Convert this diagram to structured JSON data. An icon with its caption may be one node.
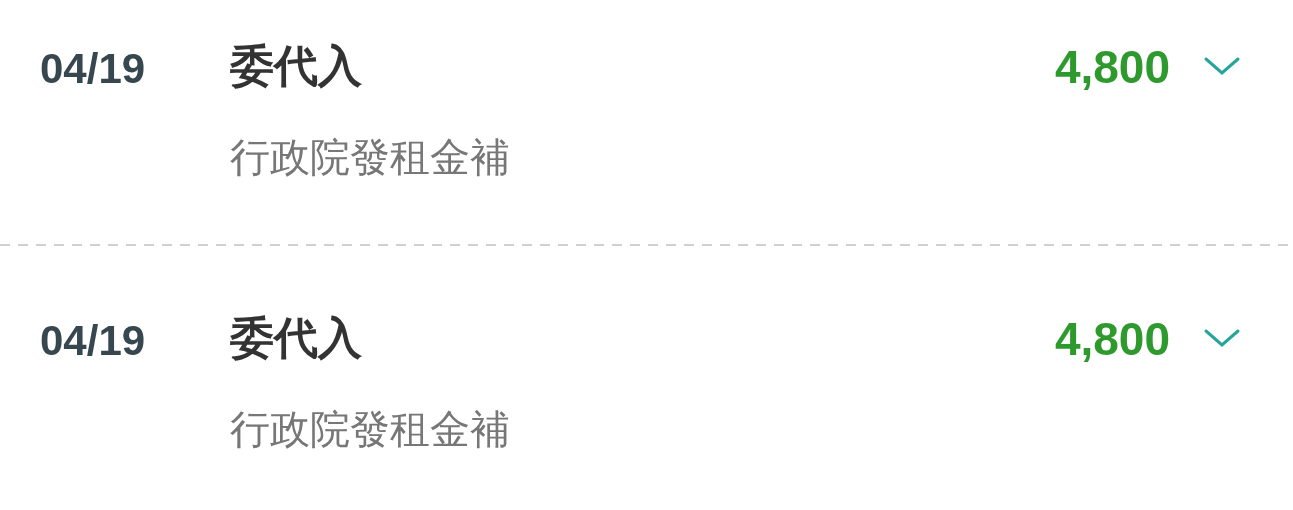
{
  "diagram": {
    "labels": [
      "04/19",
      "委代入",
      "4,800",
      "行政院發租金補",
      "04/19",
      "委代入",
      "4,800",
      "行政院發租金補"
    ]
  }
}
